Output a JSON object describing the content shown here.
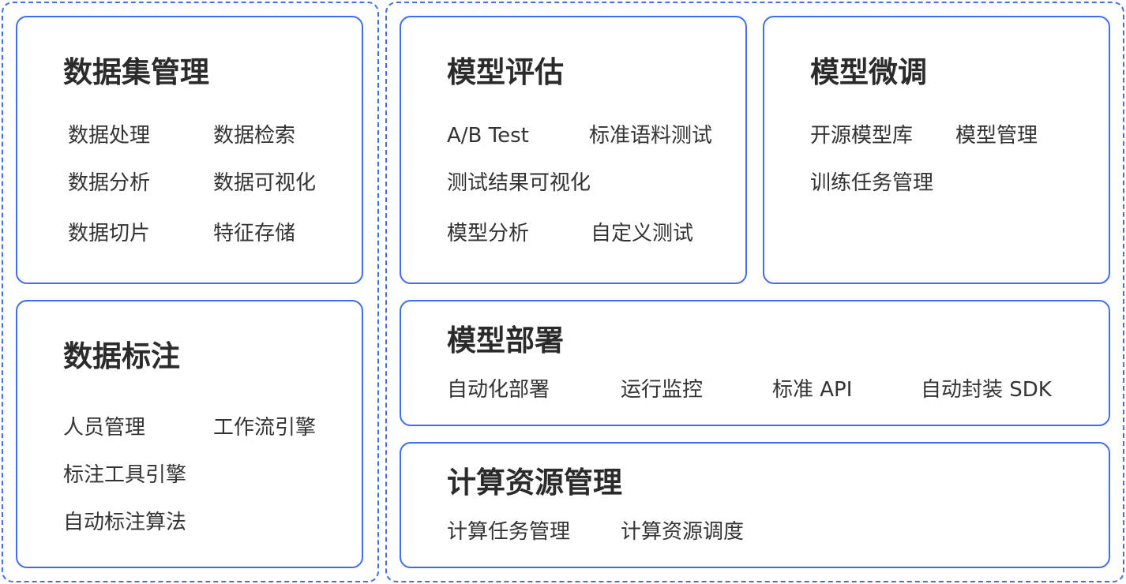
{
  "dataset_management": {
    "title": "数据集管理",
    "items": [
      "数据处理",
      "数据检索",
      "数据分析",
      "数据可视化",
      "数据切片",
      "特征存储"
    ]
  },
  "data_annotation": {
    "title": "数据标注",
    "items": [
      "人员管理",
      "工作流引擎",
      "标注工具引擎",
      "自动标注算法"
    ]
  },
  "model_evaluation": {
    "title": "模型评估",
    "items": [
      "A/B Test",
      "标准语料测试",
      "测试结果可视化",
      "模型分析",
      "自定义测试"
    ]
  },
  "model_finetuning": {
    "title": "模型微调",
    "items": [
      "开源模型库",
      "模型管理",
      "训练任务管理"
    ]
  },
  "model_deployment": {
    "title": "模型部署",
    "items": [
      "自动化部署",
      "运行监控",
      "标准 API",
      "自动封装 SDK"
    ]
  },
  "compute_management": {
    "title": "计算资源管理",
    "items": [
      "计算任务管理",
      "计算资源调度"
    ]
  },
  "colors": {
    "border": "#3f6ee8",
    "title_text": "#2b2b2b",
    "item_text": "#333333"
  }
}
